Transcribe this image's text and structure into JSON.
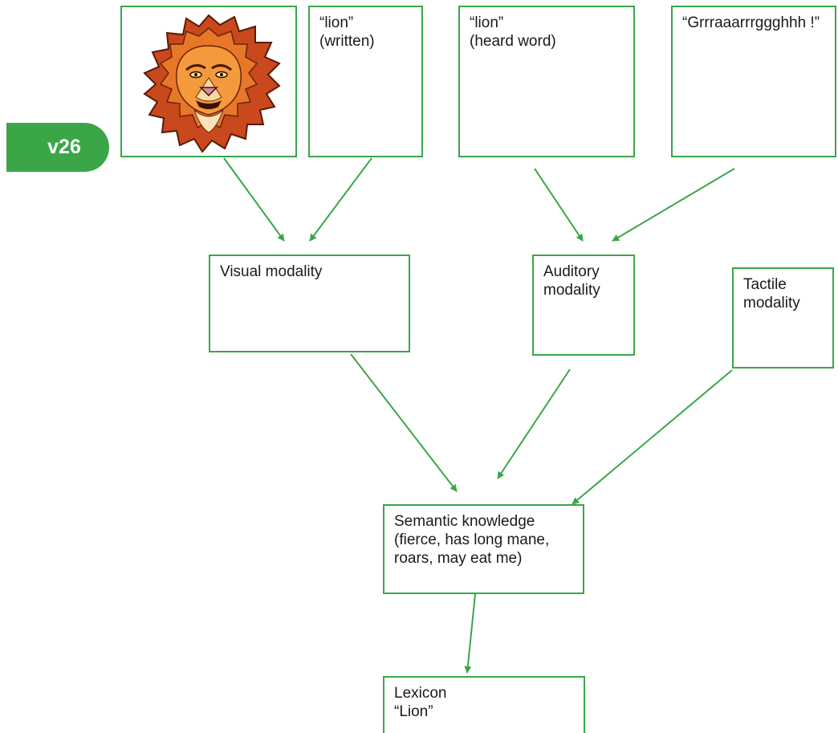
{
  "badge": {
    "label": "v26"
  },
  "colors": {
    "accent": "#3aa648"
  },
  "nodes": {
    "lion_image": {
      "icon": "lion-face-icon"
    },
    "lion_written": {
      "lines": [
        "“lion”",
        "(written)"
      ]
    },
    "lion_heard": {
      "lines": [
        "“lion”",
        "(heard word)"
      ]
    },
    "roar": {
      "lines": [
        "“Grrraaarrrggghhh !”"
      ]
    },
    "visual": {
      "lines": [
        "Visual modality"
      ]
    },
    "auditory": {
      "lines": [
        "Auditory",
        "modality"
      ]
    },
    "tactile": {
      "lines": [
        "Tactile",
        "modality"
      ]
    },
    "semantic": {
      "lines": [
        "Semantic knowledge",
        "(fierce, has long mane,",
        "roars, may eat me)"
      ]
    },
    "lexicon": {
      "lines": [
        "Lexicon",
        "“Lion”"
      ]
    }
  },
  "edges": [
    {
      "from": "lion_image",
      "to": "visual"
    },
    {
      "from": "lion_written",
      "to": "visual"
    },
    {
      "from": "lion_heard",
      "to": "auditory"
    },
    {
      "from": "roar",
      "to": "auditory"
    },
    {
      "from": "visual",
      "to": "semantic"
    },
    {
      "from": "auditory",
      "to": "semantic"
    },
    {
      "from": "tactile",
      "to": "semantic"
    },
    {
      "from": "semantic",
      "to": "lexicon"
    }
  ]
}
